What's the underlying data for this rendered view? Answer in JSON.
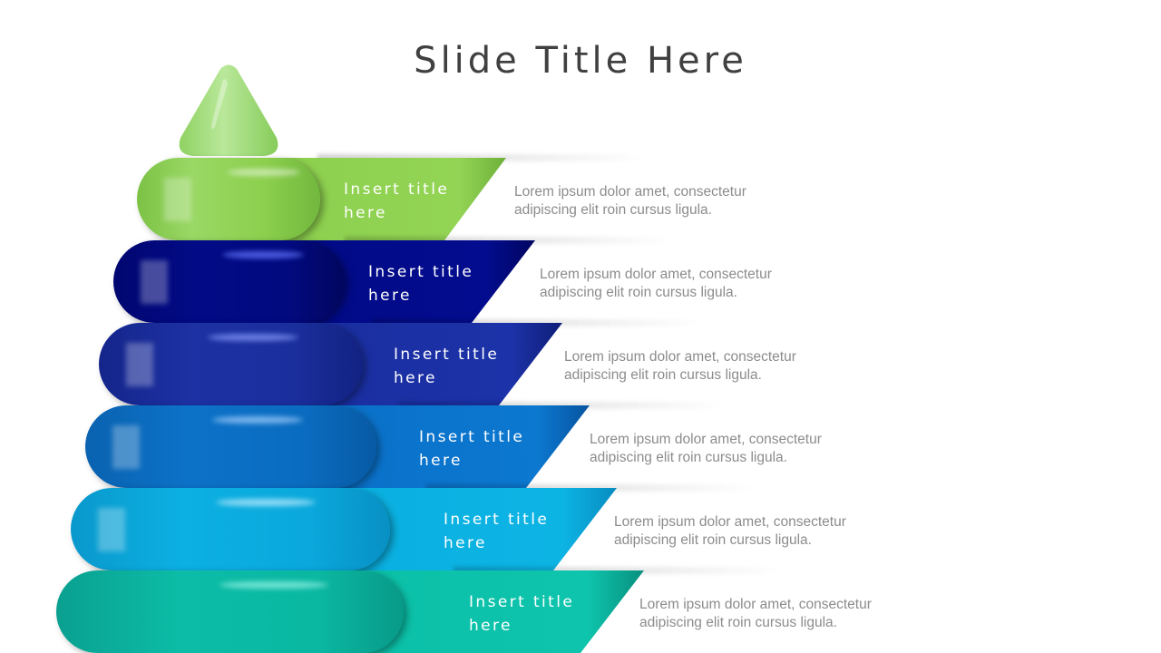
{
  "slide": {
    "title": "Slide Title Here"
  },
  "cone": {
    "icon": "cone-top-icon",
    "color": "#9ad86a"
  },
  "rows": [
    {
      "title_line1": "Insert title",
      "title_line2": "here",
      "description_line1": "Lorem ipsum dolor amet, consectetur",
      "description_line2": "adipiscing elit roin cursus ligula.",
      "color": "#8ccf4d",
      "dark": "#6fb23a",
      "light": "#a6dd6f"
    },
    {
      "title_line1": "Insert title",
      "title_line2": "here",
      "description_line1": "Lorem ipsum dolor amet, consectetur",
      "description_line2": "adipiscing elit roin cursus ligula.",
      "color": "#020a86",
      "dark": "#010560",
      "light": "#4a5ae8"
    },
    {
      "title_line1": "Insert title",
      "title_line2": "here",
      "description_line1": "Lorem ipsum dolor amet, consectetur",
      "description_line2": "adipiscing elit roin cursus ligula.",
      "color": "#1a2ea0",
      "dark": "#101f7a",
      "light": "#6a80ee"
    },
    {
      "title_line1": "Insert title",
      "title_line2": "here",
      "description_line1": "Lorem ipsum dolor amet, consectetur",
      "description_line2": "adipiscing elit roin cursus ligula.",
      "color": "#0a70c8",
      "dark": "#0858a0",
      "light": "#6ab2f0"
    },
    {
      "title_line1": "Insert title",
      "title_line2": "here",
      "description_line1": "Lorem ipsum dolor amet, consectetur",
      "description_line2": "adipiscing elit roin cursus ligula.",
      "color": "#0aafe0",
      "dark": "#0a8cc0",
      "light": "#7cd8f4"
    },
    {
      "title_line1": "Insert title",
      "title_line2": "here",
      "description_line1": "Lorem ipsum dolor amet, consectetur",
      "description_line2": "adipiscing elit roin cursus ligula.",
      "color": "#0cc0a8",
      "dark": "#089888",
      "light": "#6ee6d8"
    }
  ]
}
